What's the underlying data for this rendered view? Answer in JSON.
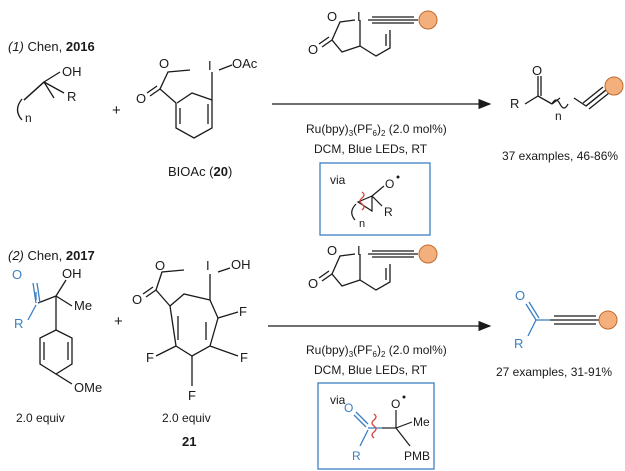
{
  "colors": {
    "accent_blue": "#3b7fc4",
    "alkyne_ball": "#f4b07c",
    "ball_stroke": "#c06a2c",
    "box_border": "#3b7fc4",
    "radical_squiggle": "#d6453d"
  },
  "reaction1": {
    "label_num": "(1)",
    "label_author": "Chen,",
    "label_year": "2016",
    "sub_oh": "OH",
    "sub_n": "n",
    "sub_r": "R",
    "plus": "+",
    "reagent_o": "O",
    "reagent_i": "I",
    "reagent_oac": "OAc",
    "reagent_carbonyl_o": "O",
    "reagent_name_prefix": "BIOAc (",
    "reagent_name_num": "20",
    "reagent_name_suffix": ")",
    "arrow_top_o": "O",
    "arrow_top_i": "I",
    "arrow_top_carbonyl_o": "O",
    "cat_prefix": "Ru(bpy)",
    "cat_sub1": "3",
    "cat_mid": "(PF",
    "cat_sub2": "6",
    "cat_mid2": ")",
    "cat_sub3": "2",
    "cat_suffix": " (2.0 mol%)",
    "conditions": "DCM, Blue LEDs, RT",
    "via": "via",
    "via_o": "O",
    "via_r": "R",
    "via_n": "n",
    "prod_o": "O",
    "prod_r": "R",
    "prod_n": "n",
    "result": "37 examples, 46-86%"
  },
  "reaction2": {
    "label_num": "(2)",
    "label_author": "Chen,",
    "label_year": "2017",
    "sub_o": "O",
    "sub_oh": "OH",
    "sub_me": "Me",
    "sub_r": "R",
    "sub_ome": "OMe",
    "sub_equiv": "2.0 equiv",
    "plus": "+",
    "reagent_o": "O",
    "reagent_i": "I",
    "reagent_oh": "OH",
    "reagent_carbonyl_o": "O",
    "reagent_f1": "F",
    "reagent_f2": "F",
    "reagent_f3": "F",
    "reagent_f4": "F",
    "reagent_equiv": "2.0 equiv",
    "reagent_num": "21",
    "arrow_top_o": "O",
    "arrow_top_i": "I",
    "arrow_top_carbonyl_o": "O",
    "cat_prefix": "Ru(bpy)",
    "cat_sub1": "3",
    "cat_mid": "(PF",
    "cat_sub2": "6",
    "cat_mid2": ")",
    "cat_sub3": "2",
    "cat_suffix": " (2.0 mol%)",
    "conditions": "DCM, Blue LEDs, RT",
    "via": "via",
    "via_o": "O",
    "via_dot_o": "O",
    "via_me": "Me",
    "via_r": "R",
    "via_pmb": "PMB",
    "prod_o": "O",
    "prod_r": "R",
    "result": "27 examples, 31-91%"
  }
}
